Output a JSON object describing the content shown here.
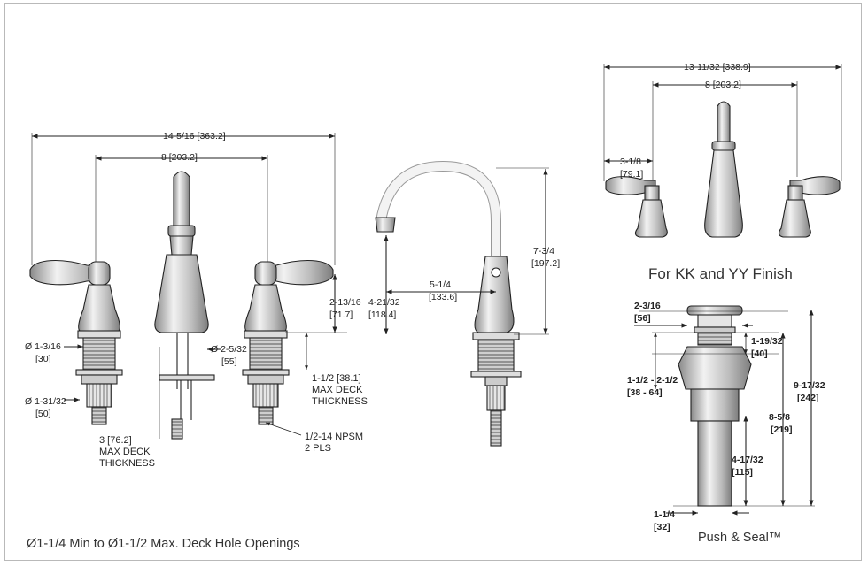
{
  "left_view": {
    "overall_width": "14-5/16  [363.2]",
    "spread": "8  [203.2]",
    "handle_height": "2-13/16",
    "handle_height_mm": "[71.7]",
    "shank_dia_upper": "Ø 1-3/16",
    "shank_dia_upper_mm": "[30]",
    "shank_dia_lower": "Ø 1-31/32",
    "shank_dia_lower_mm": "[50]",
    "spout_shank_dia": "Ø 2-5/32",
    "spout_shank_dia_mm": "[55]",
    "max_deck_center": "1-1/2 [38.1]\nMAX DECK\nTHICKNESS",
    "max_deck_left": "3 [76.2]\nMAX DECK\nTHICKNESS",
    "npsm": "1/2-14 NPSM\n2 PLS"
  },
  "side_view": {
    "spout_height": "4-21/32",
    "spout_height_mm": "[118.4]",
    "spout_reach": "5-1/4",
    "spout_reach_mm": "[133.6]",
    "overall_height": "7-3/4",
    "overall_height_mm": "[197.2]"
  },
  "kk_view": {
    "overall_width": "13-11/32  [338.9]",
    "spread": "8  [203.2]",
    "handle_offset": "3-1/8",
    "handle_offset_mm": "[79.1]",
    "caption": "For KK and YY Finish"
  },
  "drain_view": {
    "cap_dia": "2-3/16",
    "cap_dia_mm": "[56]",
    "flange_height": "1-19/32",
    "flange_height_mm": "[40]",
    "deck_range": "1-1/2  -  2-1/2",
    "deck_range_mm": "[38  -  64]",
    "overall_height": "9-17/32",
    "overall_height_mm": "[242]",
    "body_height": "8-5/8",
    "body_height_mm": "[219]",
    "tail_height": "4-17/32",
    "tail_height_mm": "[115]",
    "tail_dia": "1-1/4",
    "tail_dia_mm": "[32]",
    "caption": "Push & Seal™"
  },
  "footnote": "Ø1-1/4 Min to  Ø1-1/2 Max. Deck Hole Openings"
}
